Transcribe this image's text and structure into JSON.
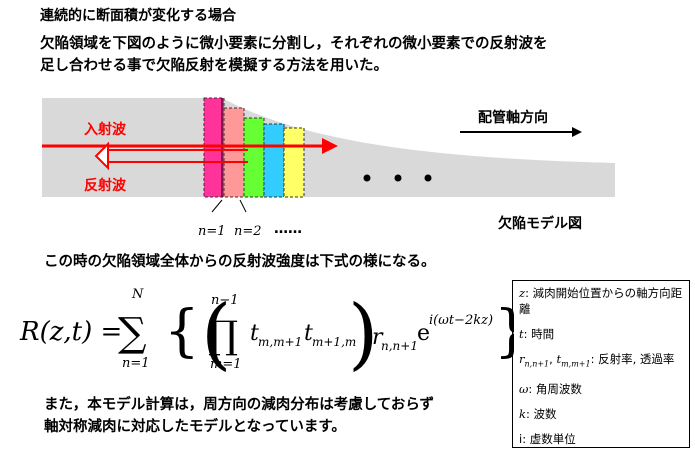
{
  "heading": "連続的に断面積が変化する場合",
  "intro": {
    "line1": "欠陥領域を下図のように微小要素に分割し，それぞれの微小要素での反射波を",
    "line2": "足し合わせる事で欠陥反射を模擬する方法を用いた。"
  },
  "diagram": {
    "incident_label": "入射波",
    "reflected_label": "反射波",
    "pipe_direction_label": "配管軸方向",
    "model_caption": "欠陥モデル図",
    "n1_label": "n=1",
    "n2_label": "n=2",
    "ellipsis": "……",
    "segment_colors": [
      "#ff3399",
      "#ff9999",
      "#66ff33",
      "#33ccff",
      "#ffff66"
    ],
    "pipe_color": "#d9d9d9",
    "arrow_color": "#ff0000"
  },
  "sentence": "この時の欠陥領域全体からの反射波強度は下式の様になる。",
  "formula": {
    "lhs": "R(z,t) =",
    "sum_top": "N",
    "sum_bottom": "n=1",
    "prod_top": "n−1",
    "prod_bottom": "m=1",
    "t1": "t",
    "t1_sub": "m,m+1",
    "t2": "t",
    "t2_sub": "m+1,m",
    "r": "r",
    "r_sub": "n,n+1",
    "e": "e",
    "e_exp": "i(ωt−2kz)"
  },
  "legend": {
    "items": [
      {
        "symbol": "z",
        "text": ": 減肉開始位置からの軸方向距離"
      },
      {
        "symbol": "t",
        "text": ": 時間"
      },
      {
        "symbol": "r",
        "text": ": 反射率, 透過率"
      },
      {
        "symbol": "ω",
        "text": ": 角周波数"
      },
      {
        "symbol": "k",
        "text": ": 波数"
      },
      {
        "symbol": "i",
        "text": ": 虚数単位"
      }
    ],
    "r_sub": "n,n+1",
    "t_sym": "t",
    "t_sub": "m,m+1"
  },
  "closing": {
    "line1": "また，本モデル計算は，周方向の減肉分布は考慮しておらず",
    "line2": "軸対称減肉に対応したモデルとなっています。"
  }
}
